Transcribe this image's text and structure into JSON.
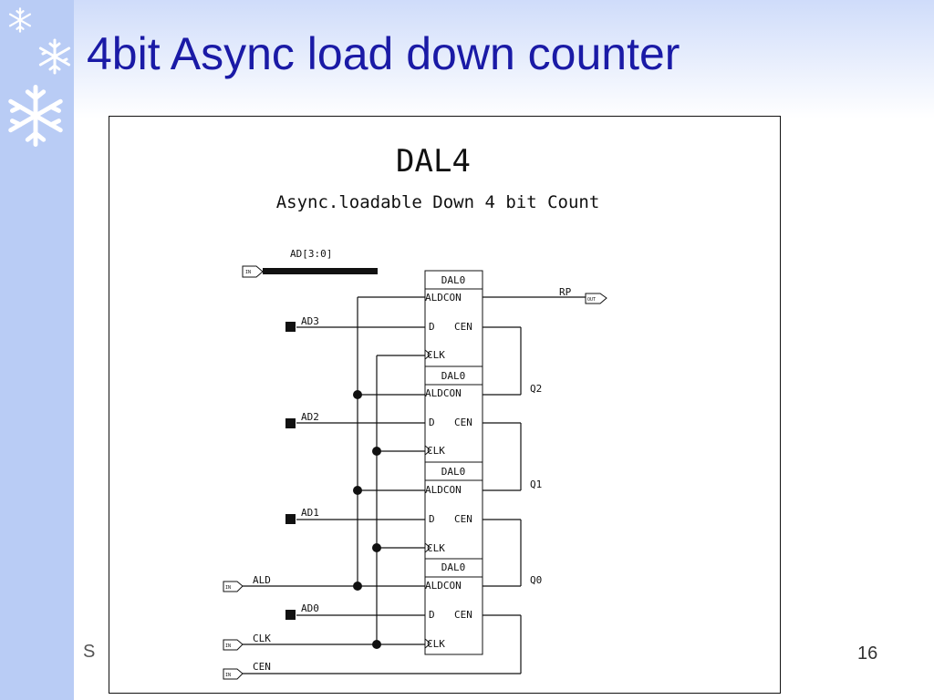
{
  "slide": {
    "title": "4bit Async load down counter",
    "page_number": "16",
    "footer_initial": "S"
  },
  "diagram": {
    "block_name": "DAL4",
    "subtitle": "Async.loadable Down 4 bit Count",
    "bus_label": "AD[3:0]",
    "bus_port_tag": "IN",
    "cell_name": "DAL0",
    "pins": {
      "aldcon": "ALDCON",
      "d": "D",
      "cen": "CEN",
      "clk": "CLK"
    },
    "output_label": "RP",
    "output_port_tag": "OUT",
    "input_port_tag": "IN",
    "inputs": {
      "ald": "ALD",
      "clk": "CLK",
      "cen": "CEN"
    },
    "data_inputs": [
      "AD3",
      "AD2",
      "AD1",
      "AD0"
    ],
    "q_labels": [
      "Q2",
      "Q1",
      "Q0"
    ]
  }
}
